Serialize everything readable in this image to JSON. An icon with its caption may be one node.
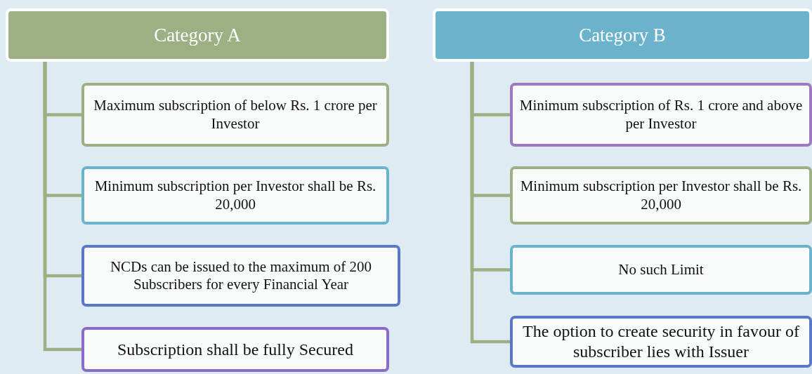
{
  "diagram": {
    "nodes": [
      {
        "text": [
          "Category A"
        ]
      },
      {
        "text": [
          "Maximum subscription of below Rs. 1 crore per Investor"
        ]
      },
      {
        "text": [
          "Minimum subscription per Investor shall be Rs. 20,000"
        ]
      },
      {
        "text": [
          "NCDs can be issued to the maximum of 200 Subscribers for every Financial Year"
        ]
      },
      {
        "text": [
          "Subscription shall be fully Secured"
        ]
      },
      {
        "text": [
          "Category B"
        ]
      },
      {
        "text": [
          "Minimum subscription of Rs. 1 crore and above per Investor"
        ]
      },
      {
        "text": [
          "Minimum subscription per Investor shall be Rs. 20,000"
        ]
      },
      {
        "text": [
          "No such Limit"
        ]
      },
      {
        "text": [
          "The option to create security in favour of subscriber lies with Issuer"
        ]
      }
    ],
    "edges": [
      {
        "from": 0,
        "to": 1,
        "arrow": "none"
      },
      {
        "from": 0,
        "to": 2,
        "arrow": "none"
      },
      {
        "from": 0,
        "to": 3,
        "arrow": "none"
      },
      {
        "from": 0,
        "to": 4,
        "arrow": "none"
      },
      {
        "from": 5,
        "to": 6,
        "arrow": "none"
      },
      {
        "from": 5,
        "to": 7,
        "arrow": "none"
      },
      {
        "from": 5,
        "to": 8,
        "arrow": "none"
      },
      {
        "from": 5,
        "to": 9,
        "arrow": "none"
      }
    ]
  }
}
